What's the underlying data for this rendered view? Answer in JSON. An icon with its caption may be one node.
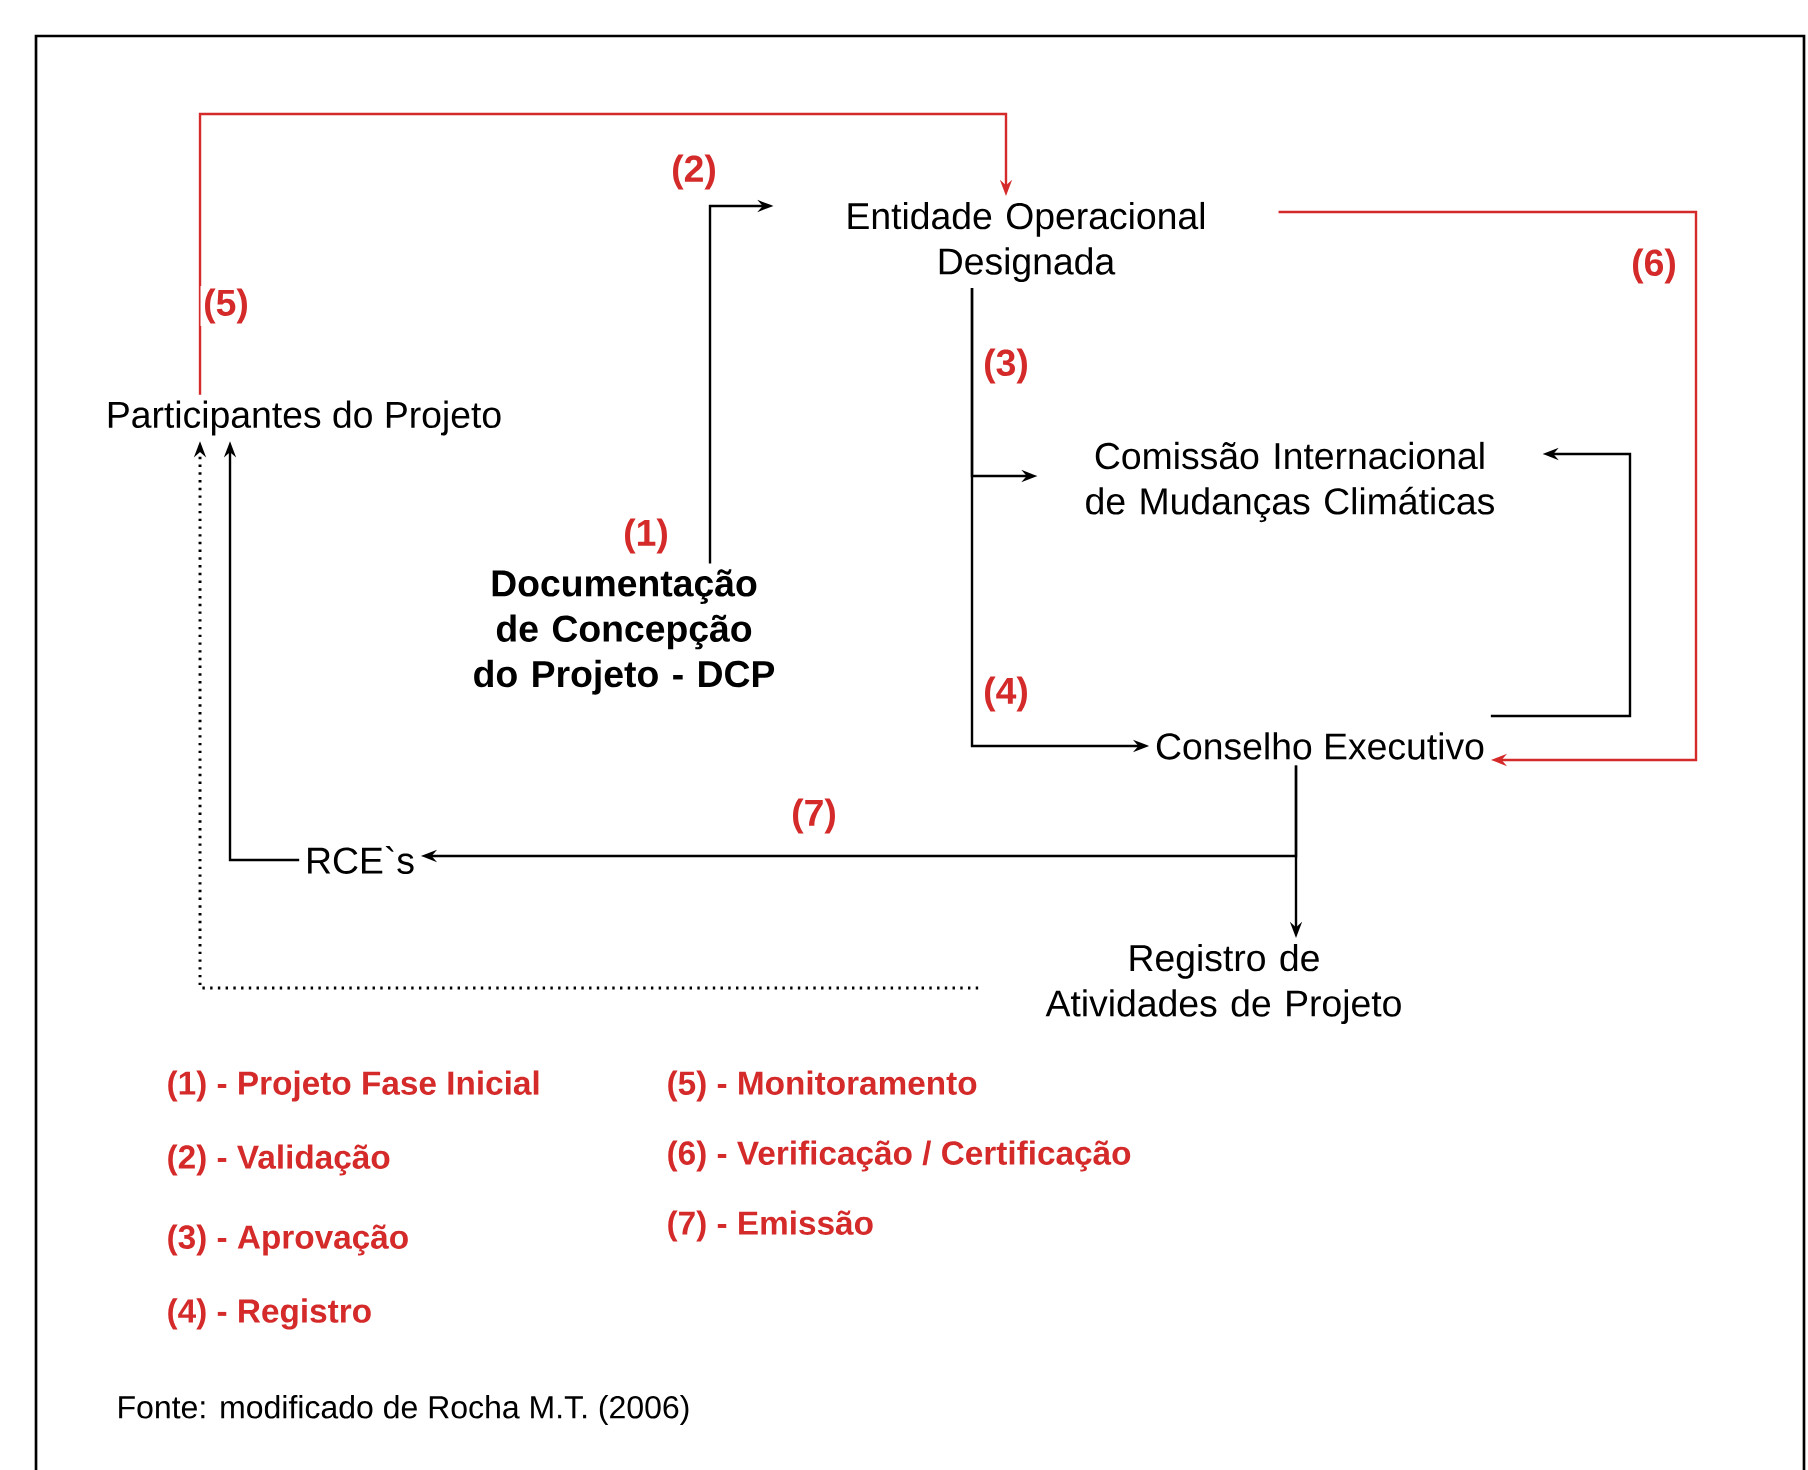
{
  "diagram": {
    "caption": "Fonte: modificado de Rocha M.T. (2006)",
    "nodes": [
      {
        "text": [
          "Participantes do Projeto"
        ]
      },
      {
        "text": [
          "Entidade Operacional Designada"
        ]
      },
      {
        "text": [
          "Comissão Internacional de Mudanças Climáticas"
        ]
      },
      {
        "text": [
          "Documentação de Concepção do Projeto - DCP"
        ],
        "beside": [
          "(1)"
        ]
      },
      {
        "text": [
          "Conselho Executivo"
        ]
      },
      {
        "text": [
          "RCE`s"
        ]
      },
      {
        "text": [
          "Registro de Atividades de Projeto"
        ]
      }
    ],
    "edges": [
      {
        "from": 3,
        "to": 1,
        "arrow": "to",
        "label": "(2)"
      },
      {
        "from": 0,
        "to": 1,
        "arrow": "to",
        "label": "(5)",
        "color": "#d42a2a"
      },
      {
        "from": 1,
        "to": 2,
        "arrow": "to",
        "label": "(3)"
      },
      {
        "from": 1,
        "to": 4,
        "arrow": "to",
        "label": "(4)"
      },
      {
        "from": 1,
        "to": 4,
        "arrow": "to",
        "label": "(6)",
        "color": "#d42a2a"
      },
      {
        "from": 4,
        "to": 2,
        "arrow": "to"
      },
      {
        "from": 4,
        "to": 5,
        "arrow": "to",
        "label": "(7)"
      },
      {
        "from": 4,
        "to": 6,
        "arrow": "to"
      },
      {
        "from": 5,
        "to": 0,
        "arrow": "to"
      },
      {
        "from": 6,
        "to": 0,
        "arrow": "to",
        "style": "dashed"
      }
    ],
    "labels": [
      "(1) - Projeto Fase Inicial",
      "(5) - Monitoramento",
      "(2) - Validação",
      "(6) - Verificação / Certificação",
      "(3) - Aprovação",
      "(7) - Emissão",
      "(4) - Registro"
    ]
  }
}
